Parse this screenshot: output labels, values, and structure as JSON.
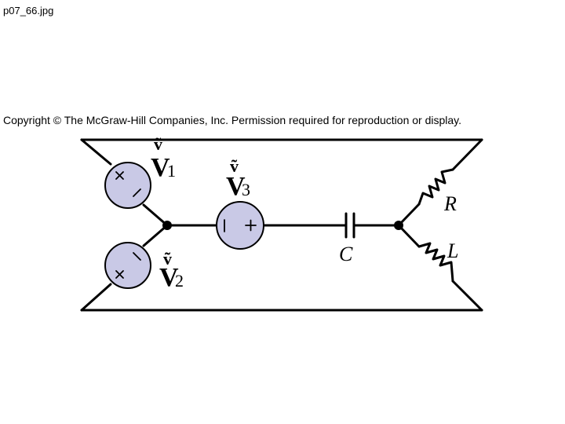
{
  "page": {
    "filename": "p07_66.jpg",
    "copyright": "Copyright © The McGraw-Hill Companies, Inc. Permission required for reproduction or display."
  },
  "diagram": {
    "sources": [
      {
        "id": "v1",
        "symbol": "ṽ",
        "letter": "V",
        "subscript": "1"
      },
      {
        "id": "v2",
        "symbol": "ṽ",
        "letter": "V",
        "subscript": "2"
      },
      {
        "id": "v3",
        "symbol": "ṽ",
        "letter": "V",
        "subscript": "3"
      }
    ],
    "components": {
      "resistor": "R",
      "inductor": "L",
      "capacitor": "C"
    },
    "colors": {
      "source_fill": "#c9c9e6",
      "wire": "#000000"
    }
  }
}
